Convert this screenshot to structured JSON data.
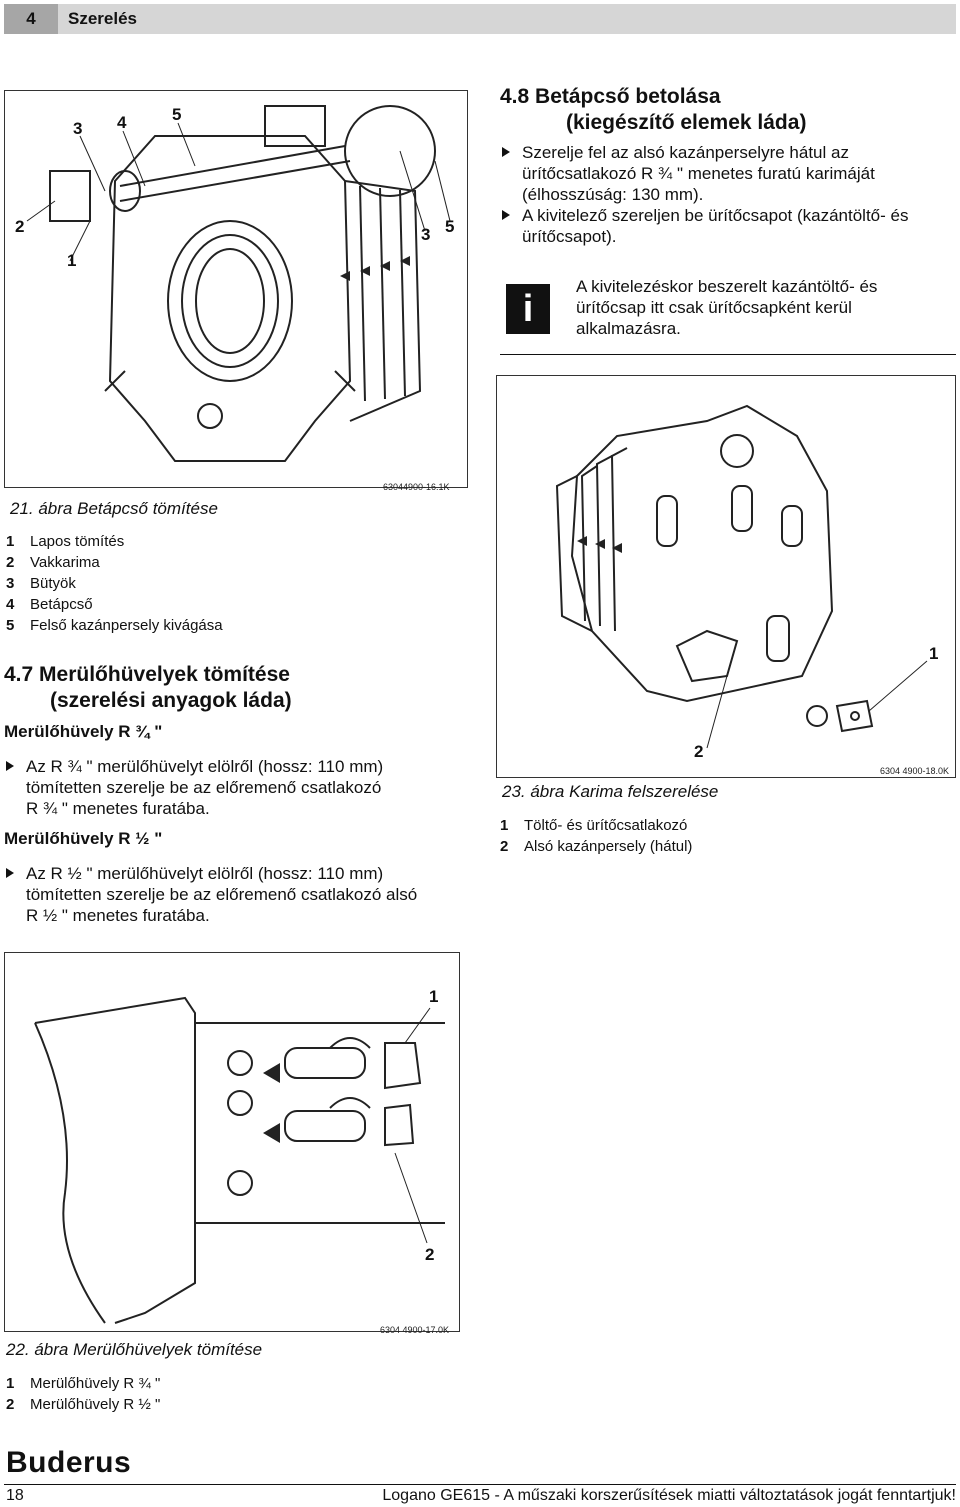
{
  "header": {
    "chapter_number": "4",
    "chapter_title": "Szerelés"
  },
  "figure21": {
    "callouts": [
      "3",
      "4",
      "5",
      "2",
      "1",
      "3",
      "5"
    ],
    "code": "63044900-16.1K",
    "caption": "21. ábra  Betápcső tömítése",
    "legend": [
      {
        "num": "1",
        "text": "Lapos tömítés"
      },
      {
        "num": "2",
        "text": "Vakkarima"
      },
      {
        "num": "3",
        "text": "Bütyök"
      },
      {
        "num": "4",
        "text": "Betápcső"
      },
      {
        "num": "5",
        "text": "Felső kazánpersely kivágása"
      }
    ]
  },
  "section47": {
    "heading_line1": "4.7  Merülőhüvelyek tömítése",
    "heading_line2": "(szerelési anyagok láda)",
    "sub1": "Merülőhüvely R ¾ \"",
    "bullet1_lines": [
      "Az R ¾ \" merülőhüvelyt elölről (hossz: 110 mm)",
      "tömítetten szerelje be az előremenő csatlakozó",
      "R ¾ \" menetes furatába."
    ],
    "sub2": "Merülőhüvely R ½ \"",
    "bullet2_lines": [
      "Az R ½ \" merülőhüvelyt elölről (hossz: 110 mm)",
      "tömítetten szerelje be az előremenő csatlakozó alsó",
      "R ½ \" menetes furatába."
    ]
  },
  "section48": {
    "heading_line1": "4.8  Betápcső betolása",
    "heading_line2": "(kiegészítő elemek láda)",
    "bullet1_lines": [
      "Szerelje fel az alsó kazánperselyre hátul az",
      "ürítőcsatlakozó R ¾ \" menetes furatú karimáját",
      "(élhosszúság: 130 mm)."
    ],
    "bullet2_lines": [
      "A kivitelező szereljen be ürítőcsapot (kazántöltő- és",
      "ürítőcsapot)."
    ],
    "info_icon": "info-icon",
    "info_lines": [
      "A kivitelezéskor beszerelt kazántöltő- és",
      "ürítőcsap itt csak ürítőcsapként kerül",
      "alkalmazásra."
    ]
  },
  "figure23": {
    "callouts": [
      "1",
      "2"
    ],
    "code": "6304 4900-18.0K",
    "caption": "23. ábra  Karima felszerelése",
    "legend": [
      {
        "num": "1",
        "text": "Töltő- és ürítőcsatlakozó"
      },
      {
        "num": "2",
        "text": "Alsó kazánpersely (hátul)"
      }
    ]
  },
  "figure22": {
    "callouts": [
      "1",
      "2"
    ],
    "code": "6304 4900-17.0K",
    "caption": "22. ábra  Merülőhüvelyek tömítése",
    "legend": [
      {
        "num": "1",
        "text": "Merülőhüvely R  ¾ \""
      },
      {
        "num": "2",
        "text": "Merülőhüvely R ½ \""
      }
    ]
  },
  "footer": {
    "logo": "Buderus",
    "page_number": "18",
    "text": "Logano GE615 - A műszaki korszerűsítések miatti változtatások jogát fenntartjuk!"
  }
}
